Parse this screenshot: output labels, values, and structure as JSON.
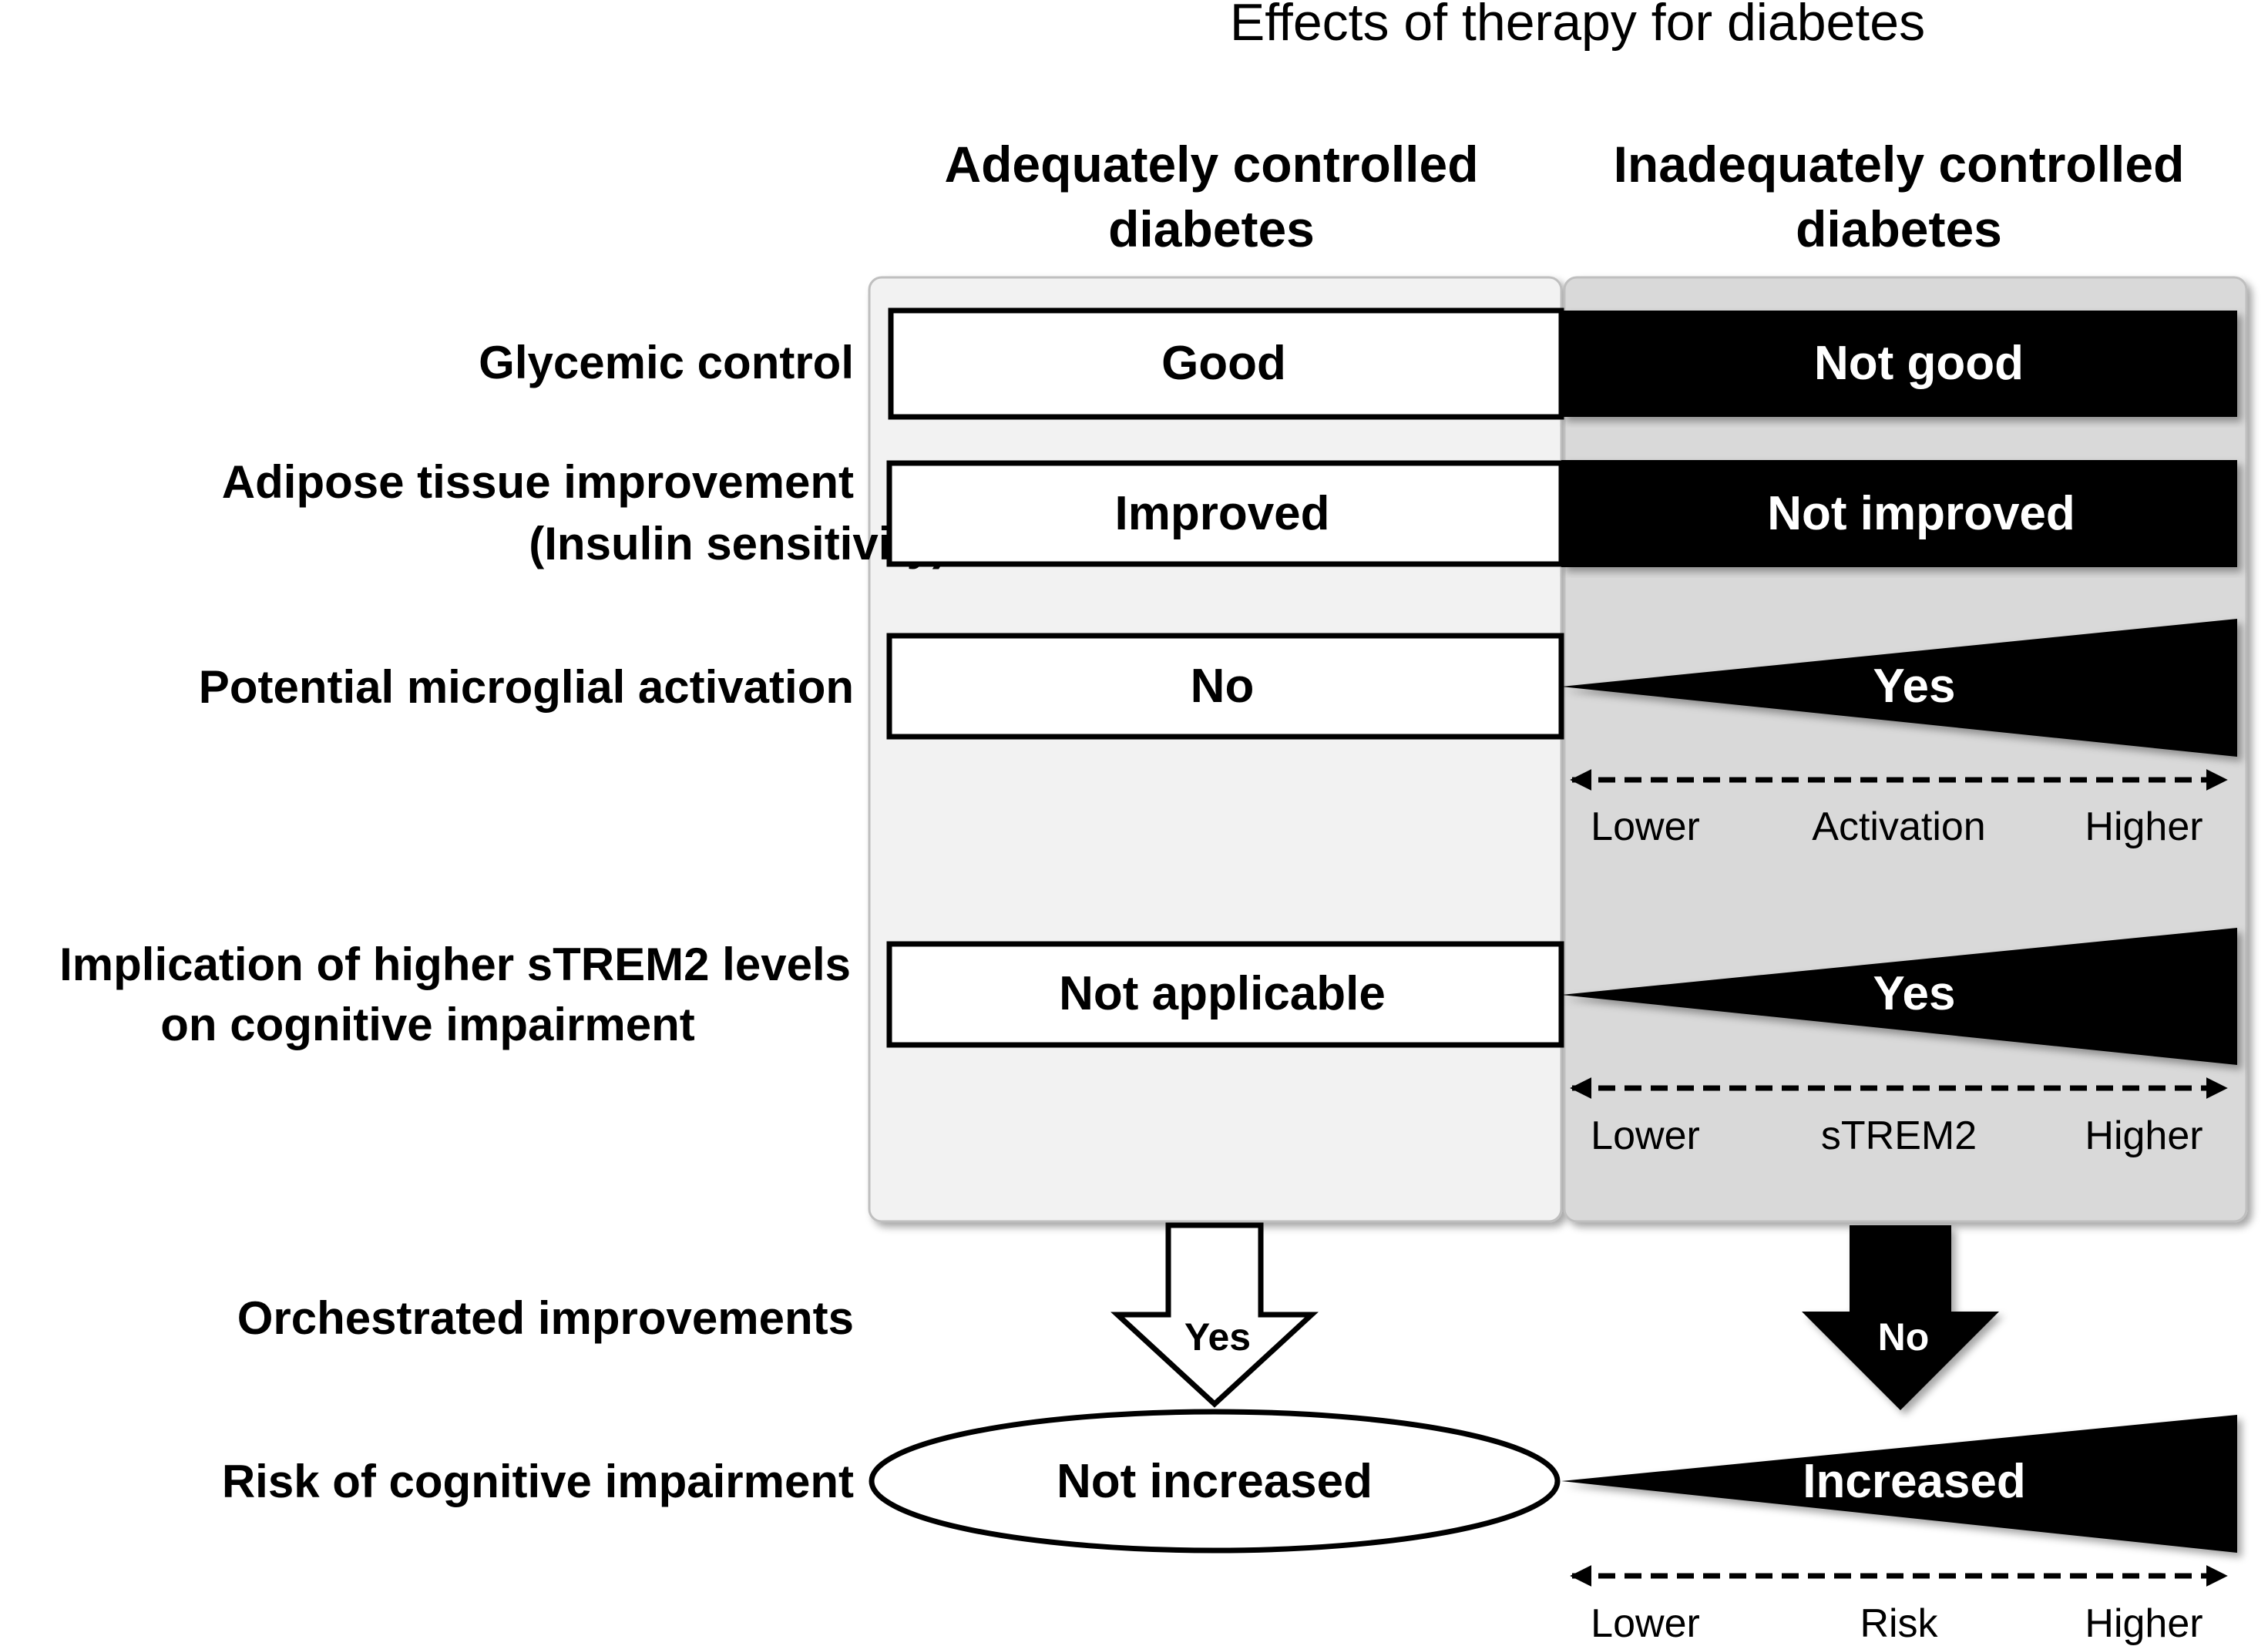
{
  "title": "Effects of therapy for diabetes",
  "columns": {
    "left": {
      "line1": "Adequately controlled",
      "line2": "diabetes"
    },
    "right": {
      "line1": "Inadequately controlled",
      "line2": "diabetes"
    }
  },
  "rows": {
    "glycemic": {
      "label": "Glycemic control",
      "left": "Good",
      "right": "Not good"
    },
    "adipose": {
      "label_line1": "Adipose tissue improvement",
      "label_line2": "(Insulin sensitivity)",
      "left": "Improved",
      "right": "Not improved"
    },
    "microglial": {
      "label": "Potential microglial activation",
      "left": "No",
      "right": "Yes",
      "scale": {
        "low": "Lower",
        "mid": "Activation",
        "high": "Higher"
      }
    },
    "strem2": {
      "label_line1": "Implication of higher sTREM2 levels",
      "label_line2": "on cognitive impairment",
      "left": "Not applicable",
      "right": "Yes",
      "scale": {
        "low": "Lower",
        "mid": "sTREM2",
        "high": "Higher"
      }
    },
    "orchestrated": {
      "label": "Orchestrated improvements",
      "left": "Yes",
      "right": "No"
    },
    "risk": {
      "label": "Risk of cognitive impairment",
      "left": "Not increased",
      "right": "Increased",
      "scale": {
        "low": "Lower",
        "mid": "Risk",
        "high": "Higher"
      }
    }
  },
  "colors": {
    "left_panel": "#f2f2f2",
    "right_panel": "#d9d9d9",
    "ink": "#000000",
    "paper": "#ffffff"
  }
}
